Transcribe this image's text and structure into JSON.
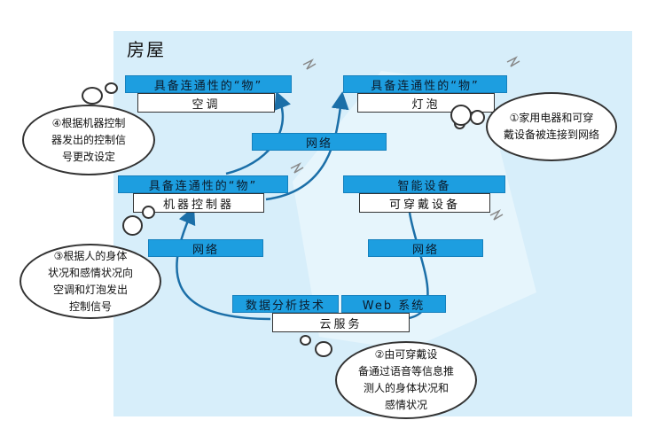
{
  "house_title": "房屋",
  "devices": {
    "ac": {
      "header": "具备连通性的“物”",
      "name": "空调"
    },
    "bulb": {
      "header": "具备连通性的“物”",
      "name": "灯泡"
    },
    "controller": {
      "header": "具备连通性的“物”",
      "name": "机器控制器"
    },
    "wearable": {
      "header": "智能设备",
      "name": "可穿戴设备"
    }
  },
  "networks": {
    "top": "网络",
    "left": "网络",
    "right": "网络"
  },
  "cloud": {
    "tech1": "数据分析技术",
    "tech2": "Web 系统",
    "name": "云服务"
  },
  "notes": {
    "n1": {
      "line1": "①家用电器和可穿",
      "line2": "戴设备被连接到网络"
    },
    "n2": {
      "line1": "②由可穿戴设",
      "line2": "备通过语音等信息推",
      "line3": "测人的身体状况和",
      "line4": "感情状况"
    },
    "n3": {
      "line1": "③根据人的身体",
      "line2": "状况和感情状况向",
      "line3": "空调和灯泡发出",
      "line4": "控制信号"
    },
    "n4": {
      "line1": "④根据机器控制",
      "line2": "器发出的控制信",
      "line3": "号更改设定"
    }
  },
  "colors": {
    "house": "#d7eefa",
    "accent": "#1d9ee0",
    "line": "#1b6fa8"
  }
}
